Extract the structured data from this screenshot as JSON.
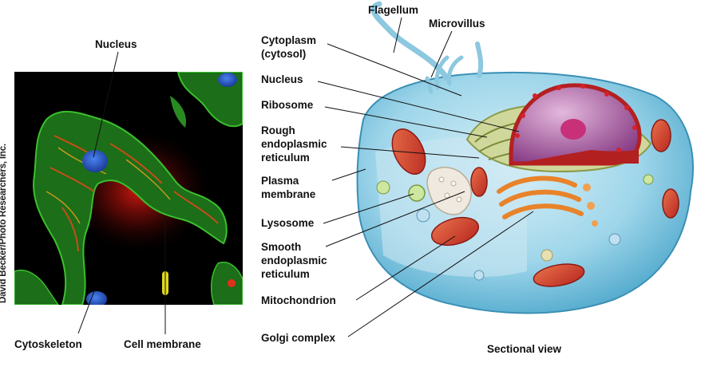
{
  "credit": "David Becker/Photo Researchers, Inc.",
  "micrograph_labels": {
    "nucleus": "Nucleus",
    "cytoskeleton": "Cytoskeleton",
    "cell_membrane": "Cell membrane"
  },
  "cell_labels": {
    "flagellum": "Flagellum",
    "microvillus": "Microvillus",
    "cytoplasm": "Cytoplasm",
    "cytoplasm_sub": "(cytosol)",
    "nucleus": "Nucleus",
    "ribosome": "Ribosome",
    "rough_er": [
      "Rough",
      "endoplasmic",
      "reticulum"
    ],
    "plasma_membrane": [
      "Plasma",
      "membrane"
    ],
    "lysosome": "Lysosome",
    "smooth_er": [
      "Smooth",
      "endoplasmic",
      "reticulum"
    ],
    "mitochondrion": "Mitochondrion",
    "golgi": "Golgi complex"
  },
  "caption": "Sectional view",
  "colors": {
    "micrograph_bg": "#000000",
    "fluorescent_green": "#2fa82a",
    "fluorescent_red": "#e0301b",
    "nucleus_blue": "#2a62d8",
    "cytoplasm_blue": "#9fd6ea",
    "nucleus_purple": "#a05a9a",
    "mitochondria_red": "#c8302a",
    "golgi_orange": "#e8832a"
  }
}
